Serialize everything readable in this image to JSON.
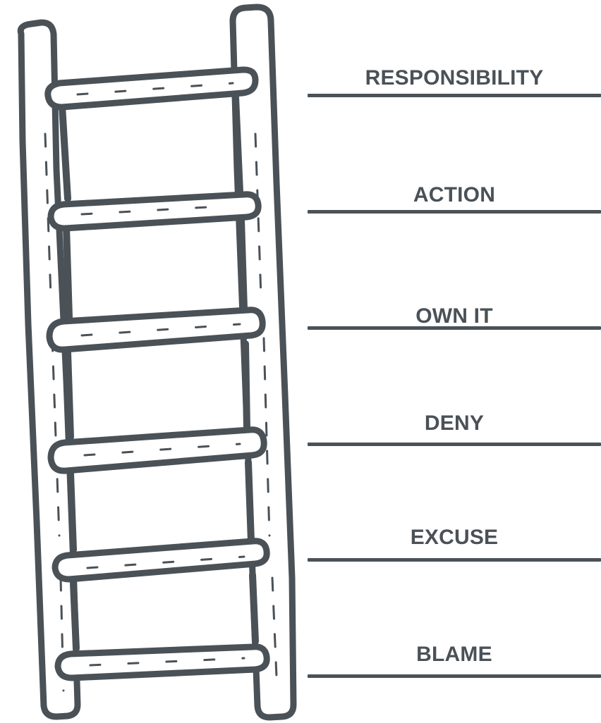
{
  "colors": {
    "ink": "#4a5157",
    "fill": "#ffffff",
    "background": "#ffffff"
  },
  "ladder": {
    "icon": "ladder-icon",
    "rungs": 6
  },
  "levels": [
    {
      "label": "RESPONSIBILITY"
    },
    {
      "label": "ACTION"
    },
    {
      "label": "OWN IT"
    },
    {
      "label": "DENY"
    },
    {
      "label": "EXCUSE"
    },
    {
      "label": "BLAME"
    }
  ]
}
